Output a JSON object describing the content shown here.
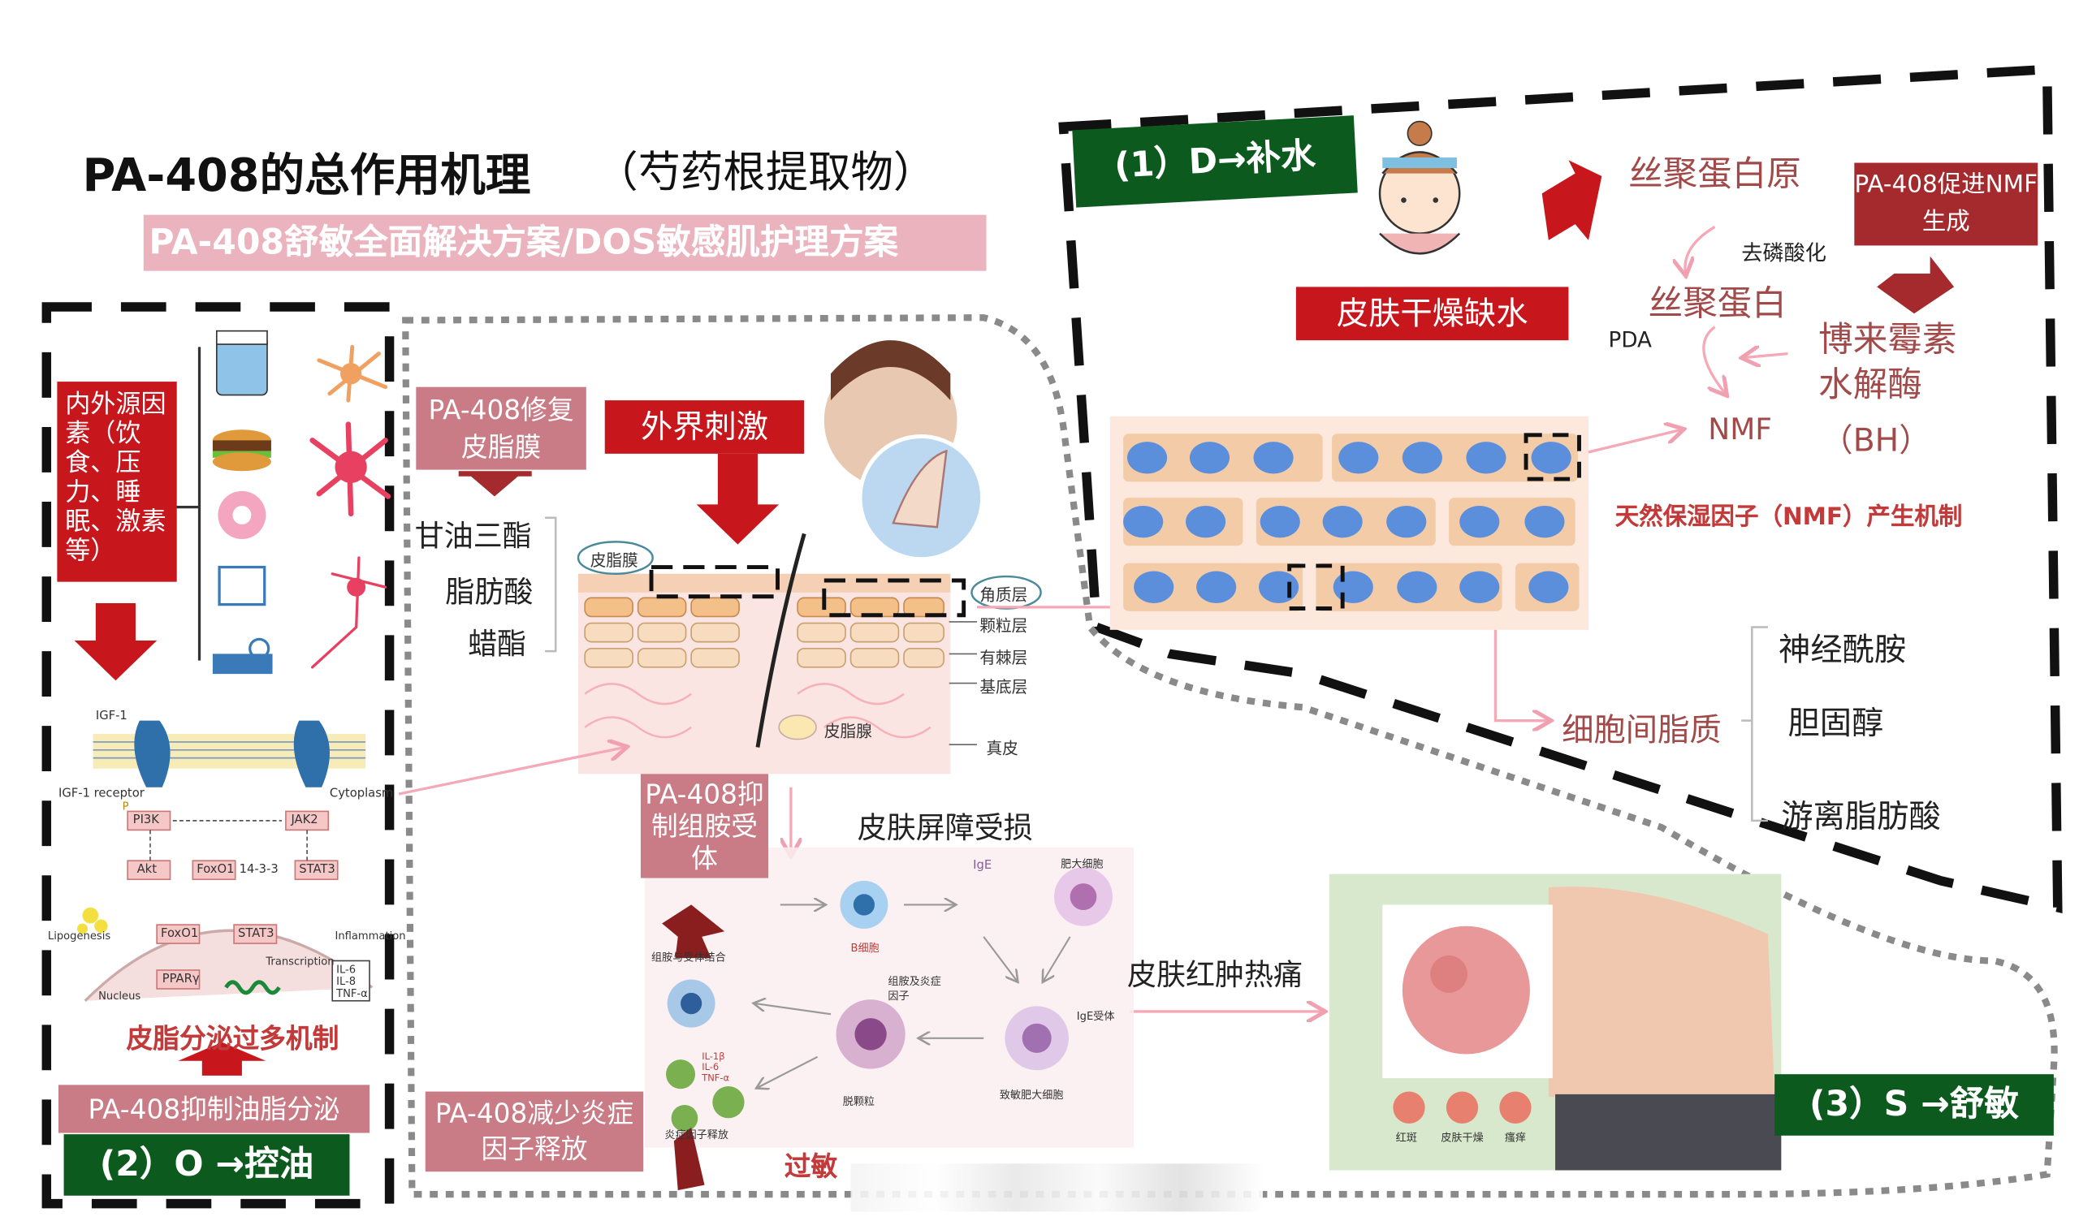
{
  "header": {
    "title": "PA-408的总作用机理",
    "subtitle": "（芍药根提取物）",
    "banner": "PA-408舒敏全面解决方案/DOS敏感肌护理方案"
  },
  "section_d": {
    "label": "(1）D→补水",
    "dry_skin": "皮肤干燥缺水",
    "profilaggrin": "丝聚蛋白原",
    "dephosphorylation": "去磷酸化",
    "filaggrin": "丝聚蛋白",
    "pda": "PDA",
    "nmf": "NMF",
    "promote_box": "PA-408促进NMF生成",
    "bleomycin": "博来霉素水解酶",
    "bh": "（BH）",
    "mechanism": "天然保湿因子（NMF）产生机制",
    "intercellular": "细胞间脂质",
    "lipids": [
      "神经酰胺",
      "胆固醇",
      "游离脂肪酸"
    ]
  },
  "section_o": {
    "label": "(2）O →控油",
    "factors": "内外源因素（饮食、压力、睡眠、激素等）",
    "mechanism": "皮脂分泌过多机制",
    "inhibit": "PA-408抑制油脂分泌",
    "pathway_labels": [
      "IGF-1",
      "IGF-1 receptor",
      "Cytoplasm",
      "PI3K",
      "JAK2",
      "Akt",
      "FoxO1",
      "14-3-3",
      "STAT3",
      "FoxO1",
      "STAT3",
      "PPARγ",
      "Lipogenesis",
      "Nucleus",
      "Transcription",
      "Inflammation",
      "IL-6",
      "IL-8",
      "TNF-α",
      "P"
    ]
  },
  "section_middle": {
    "repair": "PA-408修复皮脂膜",
    "external": "外界刺激",
    "lipid_items": [
      "甘油三酯",
      "脂肪酸",
      "蜡酯"
    ],
    "skin_layers": [
      "皮脂膜",
      "角质层",
      "颗粒层",
      "有棘层",
      "基底层",
      "皮脂腺",
      "真皮"
    ],
    "barrier": "皮肤屏障受损",
    "histamine": "PA-408抑制组胺受体",
    "reduce": "PA-408减少炎症因子释放",
    "allergy": "过敏",
    "cell_labels": [
      "IgE",
      "肥大细胞",
      "B细胞",
      "组胺与受体结合",
      "组胺及炎症因子",
      "IgE受体",
      "致敏肥大细胞",
      "脱颗粒",
      "IL-1β IL-6 TNF-α",
      "炎症因子释放"
    ]
  },
  "section_s": {
    "label": "(3）S →舒敏",
    "redness": "皮肤红肿热痛",
    "symptoms": [
      "红斑",
      "皮肤干燥",
      "瘙痒"
    ]
  },
  "colors": {
    "red": "#c8161d",
    "darkred": "#a52a2d",
    "rose": "#c97b86",
    "green": "#0c5a1e",
    "pink": "#ebb3be",
    "cell_blue": "#5b8fdc",
    "cell_bg": "#f4cba7"
  }
}
